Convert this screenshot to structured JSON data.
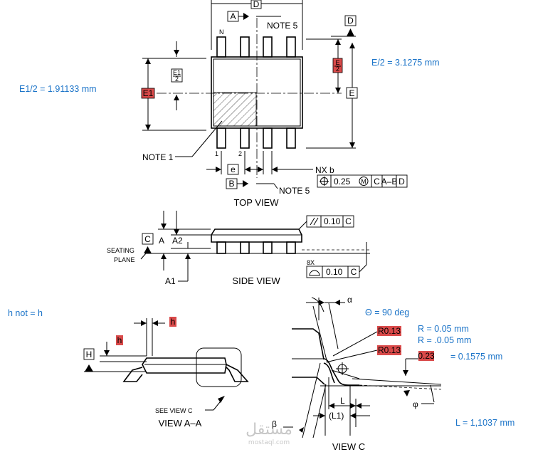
{
  "datums": {
    "D": "D",
    "A": "A",
    "B": "B",
    "E": "E",
    "E1": "E1",
    "E1_half": "E1",
    "E1_half_den": "2",
    "E_half": "E",
    "E_half_den": "2",
    "C": "C",
    "H": "H",
    "e": "e"
  },
  "top_view": {
    "caption": "TOP VIEW",
    "note5_top": "NOTE 5",
    "note5_bottom": "NOTE 5",
    "note1": "NOTE 1",
    "pin_n": "N",
    "pin_1": "1",
    "pin_2": "2",
    "nxb": "NX b",
    "fcf_value": "0.25",
    "fcf_modifier": "M",
    "fcf_ref1": "C",
    "fcf_ref2": "A–B",
    "fcf_ref3": "D"
  },
  "side_view": {
    "caption": "SIDE VIEW",
    "seating1": "SEATING",
    "seating2": "PLANE",
    "label_a": "A",
    "label_a2": "A2",
    "label_a1": "A1",
    "parallel_value": "0.10",
    "parallel_ref": "C",
    "count_8x": "8X",
    "profile_value": "0.10",
    "profile_ref": "C"
  },
  "view_aa": {
    "caption": "VIEW A–A",
    "see_view": "SEE VIEW C",
    "label_h1": "h",
    "label_h2": "h"
  },
  "view_c": {
    "caption": "VIEW C",
    "alpha": "α",
    "beta": "β",
    "phi": "φ",
    "label_l": "L",
    "label_l1": "(L1)",
    "r013_a": "R0.13",
    "r013_b": "R0.13",
    "val_023": "0.23"
  },
  "annotations": {
    "e1_half": "E1/2 = 1.91133 mm",
    "e_half": "E/2 = 3.1275 mm",
    "h_not": "h not = h",
    "theta": "Θ = 90 deg",
    "r_005": "R = 0.05 mm",
    "r_neg005": "R = .0.05 mm",
    "val_01575": "= 0.1575 mm",
    "l_value": "L = 1,1037 mm"
  },
  "watermark": {
    "logo": "مستقل",
    "site": "mostaql.com"
  },
  "colors": {
    "annotation_blue": "#1a73c8",
    "highlight_red": "#d94a4a"
  }
}
